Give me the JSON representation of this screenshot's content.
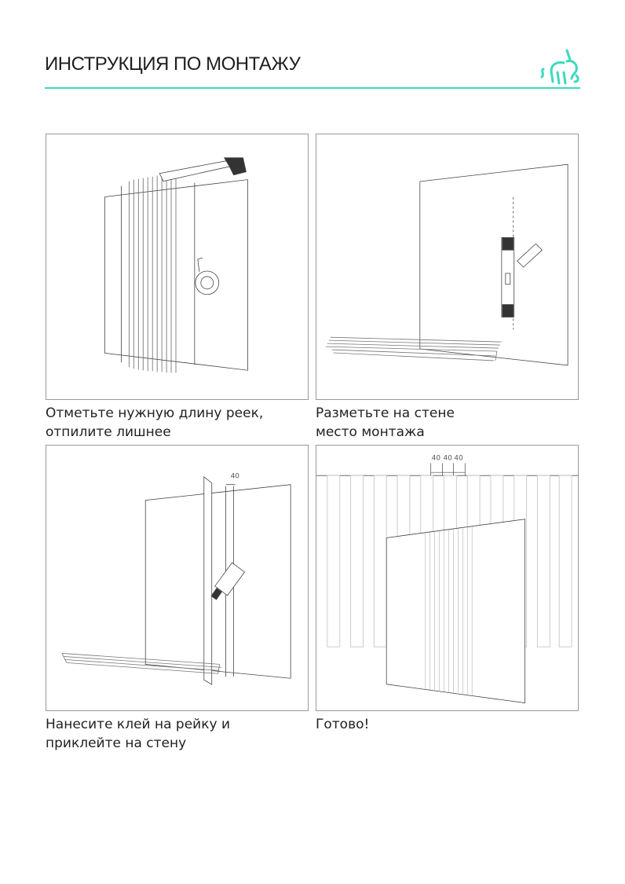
{
  "header": {
    "title": "ИНСТРУКЦИЯ ПО МОНТАЖУ",
    "accent_color": "#3dd9bd"
  },
  "steps": [
    {
      "caption_line1": "Отметьте нужную длину реек,",
      "caption_line2": "отпилите лишнее"
    },
    {
      "caption_line1": "Разметьте на стене",
      "caption_line2": "место монтажа"
    },
    {
      "caption_line1": "Нанесите клей на рейку и",
      "caption_line2": "приклейте на стену",
      "dimension": "40"
    },
    {
      "caption_line1": "Готово!",
      "caption_line2": "",
      "dimensions": [
        "40",
        "40",
        "40"
      ]
    }
  ]
}
